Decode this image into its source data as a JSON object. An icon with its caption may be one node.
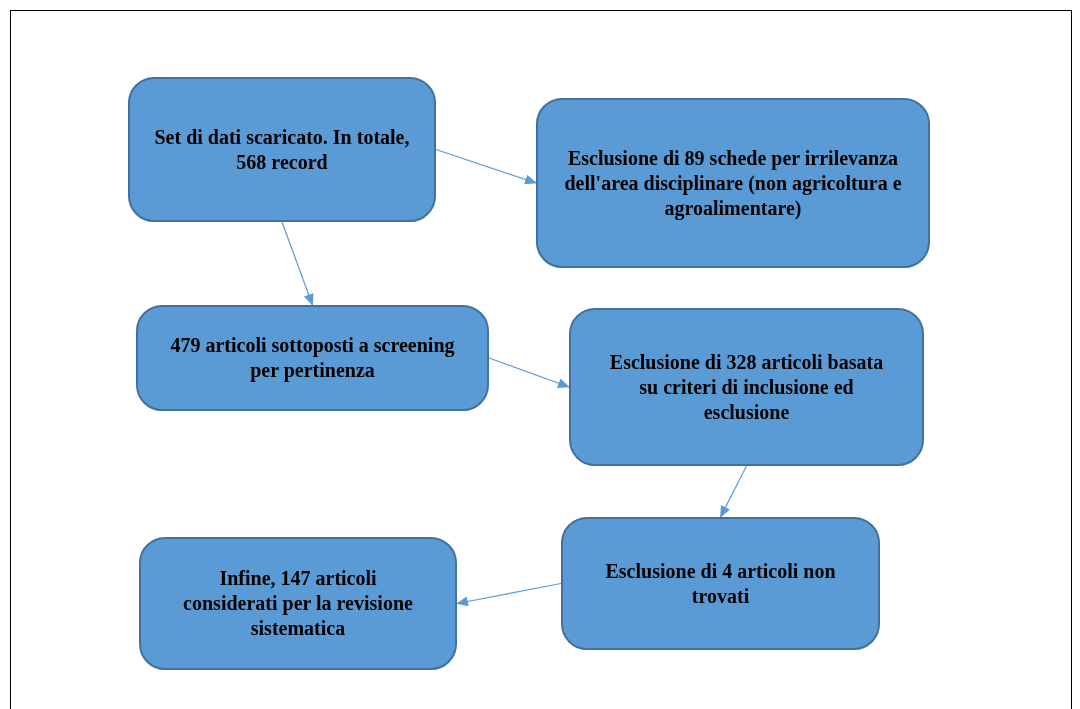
{
  "diagram": {
    "nodes": [
      {
        "text": [
          "Set di dati scaricato. In totale, 568 record"
        ]
      },
      {
        "text": [
          "Esclusione di 89 schede per irrilevanza dell'area disciplinare (non agricoltura e agroalimentare)"
        ]
      },
      {
        "text": [
          "479 articoli sottoposti a screening per pertinenza"
        ]
      },
      {
        "text": [
          "Esclusione di 328 articoli basata su criteri di inclusione ed esclusione"
        ]
      },
      {
        "text": [
          "Esclusione di 4 articoli non trovati"
        ]
      },
      {
        "text": [
          "Infine, 147 articoli considerati per la revisione sistematica"
        ]
      }
    ],
    "edges": [
      {
        "from": 0,
        "to": 1,
        "arrow": "to"
      },
      {
        "from": 0,
        "to": 2,
        "arrow": "to"
      },
      {
        "from": 2,
        "to": 3,
        "arrow": "to"
      },
      {
        "from": 3,
        "to": 4,
        "arrow": "to"
      },
      {
        "from": 4,
        "to": 5,
        "arrow": "to"
      }
    ]
  }
}
